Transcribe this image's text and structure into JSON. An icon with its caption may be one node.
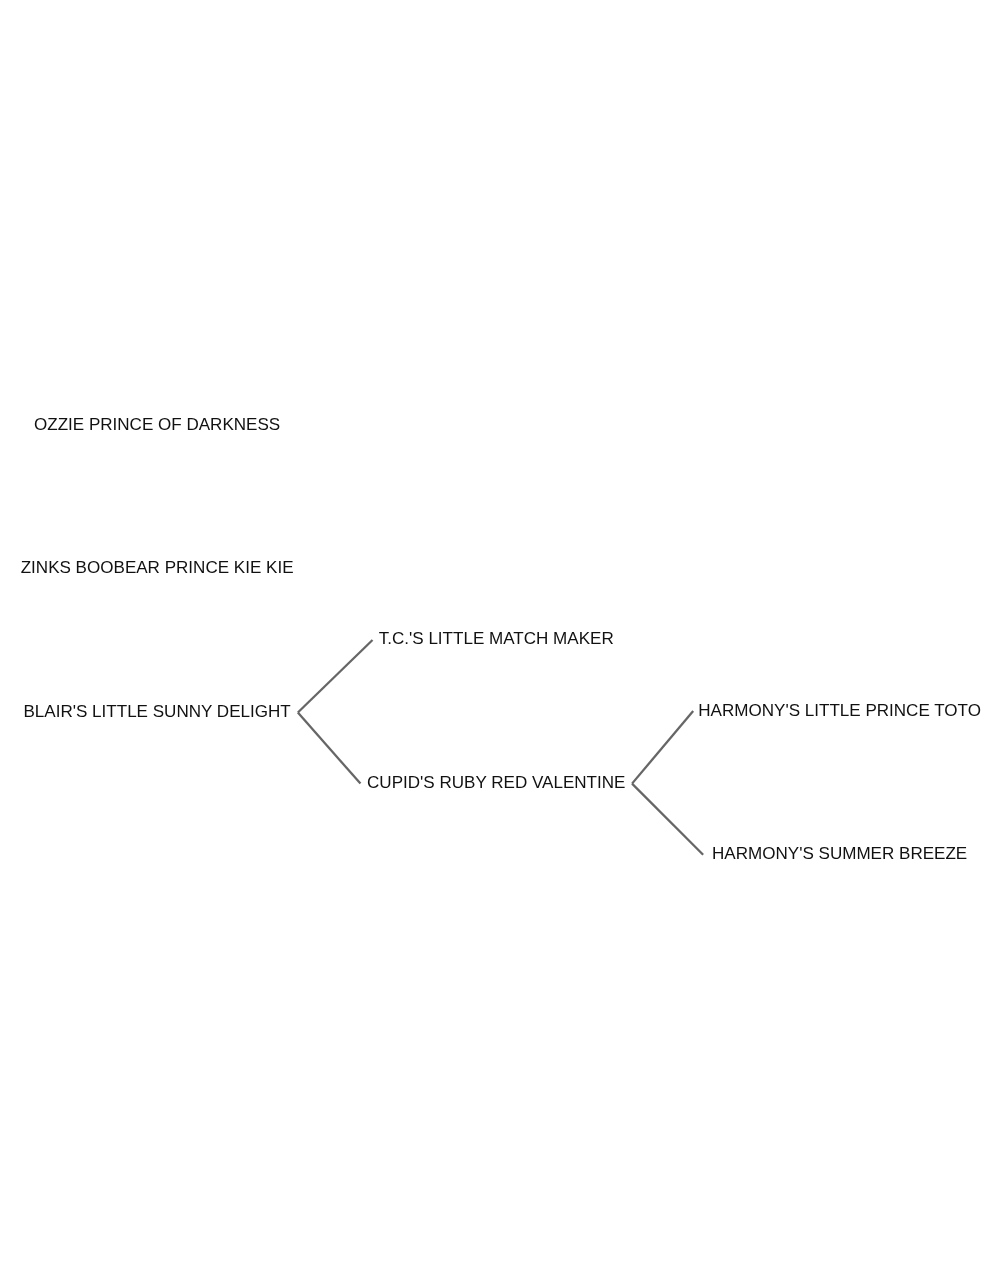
{
  "diagram": {
    "nodes": [
      {
        "text": [
          "T.C.'S LITTLE MATCH MAKER"
        ]
      },
      {
        "text": [
          "BLAIR'S LITTLE SUNNY DELIGHT"
        ]
      },
      {
        "text": [
          "HARMONY'S LITTLE PRINCE TOTO"
        ]
      },
      {
        "text": [
          "CUPID'S RUBY RED VALENTINE"
        ]
      },
      {
        "text": [
          "HARMONY'S SUMMER BREEZE"
        ]
      }
    ],
    "edges": [
      {
        "from": 1,
        "to": 0,
        "arrow": "none"
      },
      {
        "from": 1,
        "to": 3,
        "arrow": "none"
      },
      {
        "from": 3,
        "to": 2,
        "arrow": "none"
      },
      {
        "from": 3,
        "to": 4,
        "arrow": "none"
      }
    ],
    "labels": [
      "ZINKS BOOBEAR PRINCE KIE KIE",
      "OZZIE PRINCE OF DARKNESS"
    ]
  }
}
